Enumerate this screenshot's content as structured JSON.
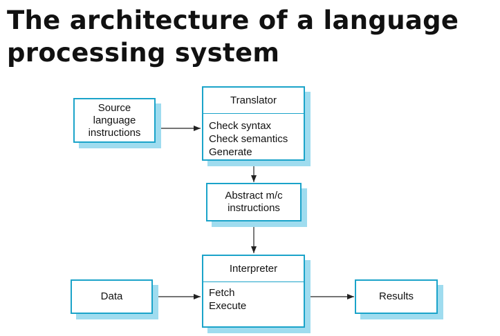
{
  "title_lines": [
    "The architecture of a language",
    "processing system"
  ],
  "nodes": {
    "source": {
      "lines": [
        "Source",
        "language",
        "instructions"
      ]
    },
    "translator": {
      "heading": "Translator",
      "items": [
        "Check syntax",
        "Check semantics",
        "Generate"
      ]
    },
    "abstract": {
      "lines": [
        "Abstract m/c",
        "instructions"
      ]
    },
    "interpreter": {
      "heading": "Interpreter",
      "items": [
        "Fetch",
        "Execute"
      ]
    },
    "data": {
      "label": "Data"
    },
    "results": {
      "label": "Results"
    }
  },
  "colors": {
    "box_border": "#1aa3c9",
    "box_shadow": "#9fdcef",
    "arrow": "#222222"
  }
}
